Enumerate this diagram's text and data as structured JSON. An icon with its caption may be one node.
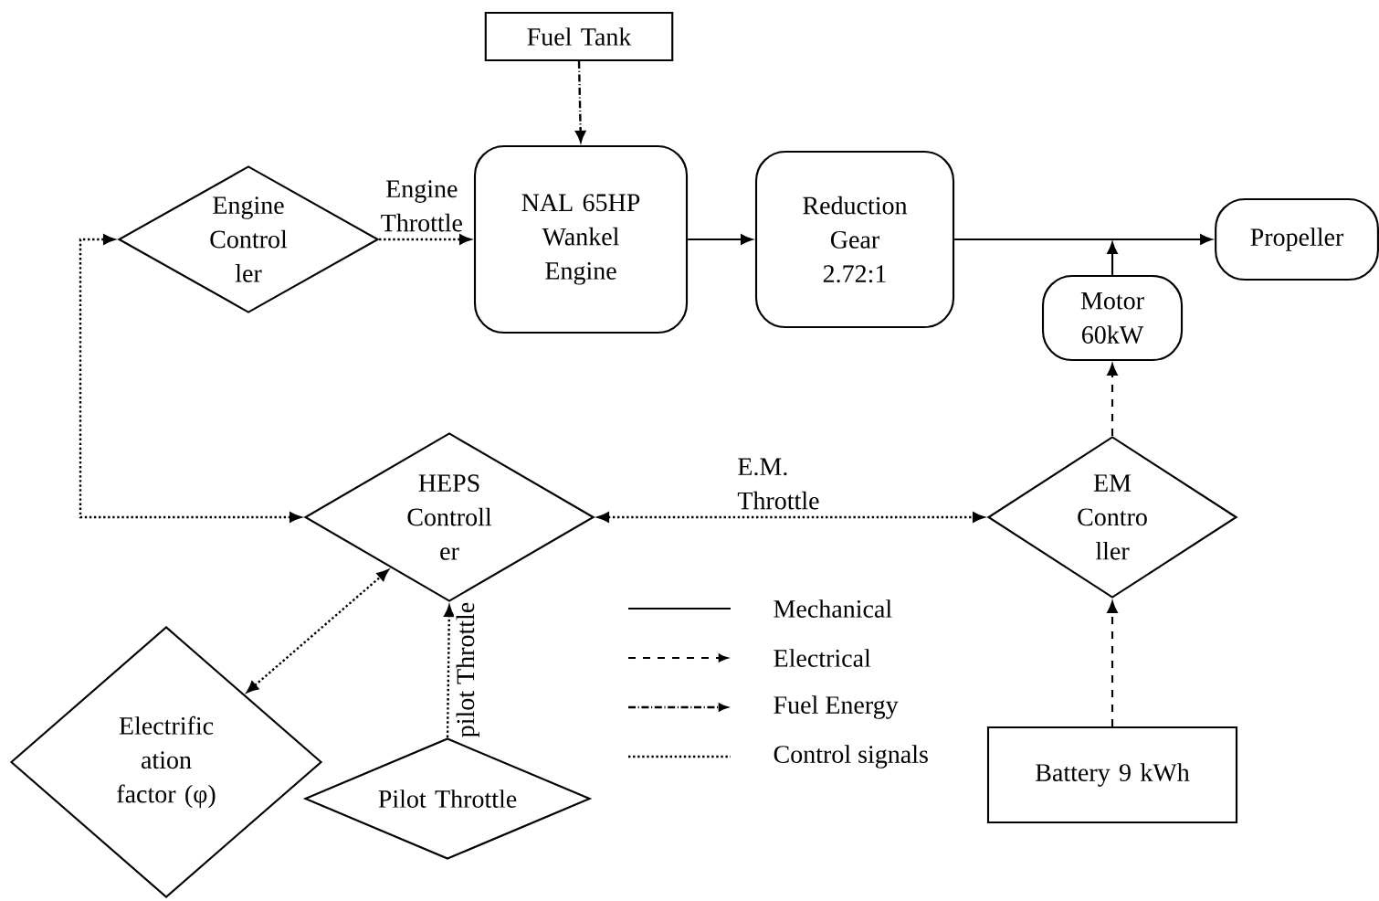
{
  "diagram": {
    "nodes": [
      {
        "text": [
          "Fuel Tank"
        ]
      },
      {
        "text": [
          "Engine Control ler"
        ]
      },
      {
        "text": [
          "NAL 65HP Wankel Engine"
        ]
      },
      {
        "text": [
          "Reduction Gear 2.72:1"
        ]
      },
      {
        "text": [
          "Propeller"
        ]
      },
      {
        "text": [
          "Motor 60kW"
        ]
      },
      {
        "text": [
          "HEPS Controll er"
        ]
      },
      {
        "text": [
          "EM Contro ller"
        ]
      },
      {
        "text": [
          "Electrific ation factor (φ)"
        ]
      },
      {
        "text": [
          "Pilot Throttle"
        ]
      },
      {
        "text": [
          "Battery 9 kWh"
        ]
      }
    ],
    "edges": [
      {
        "from": 0,
        "to": 2,
        "arrow": "to",
        "style": "dashed"
      },
      {
        "from": 1,
        "to": 2,
        "arrow": "to",
        "label": "Engine Throttle",
        "style": "dashed"
      },
      {
        "from": 2,
        "to": 3,
        "arrow": "to"
      },
      {
        "from": 3,
        "to": 4,
        "arrow": "to"
      },
      {
        "from": 5,
        "to": null,
        "arrow": "to"
      },
      {
        "from": 6,
        "to": 1,
        "arrow": "both",
        "style": "dashed"
      },
      {
        "from": 6,
        "to": 7,
        "arrow": "both",
        "label": "E.M. Throttle",
        "style": "dashed"
      },
      {
        "from": 8,
        "to": 6,
        "arrow": "both",
        "style": "dashed"
      },
      {
        "from": 9,
        "to": 6,
        "arrow": "to",
        "label": "pilot Throttle",
        "style": "dashed"
      },
      {
        "from": 10,
        "to": 7,
        "arrow": "to",
        "style": "dashed"
      },
      {
        "from": 7,
        "to": 5,
        "arrow": "to",
        "style": "dashed"
      }
    ],
    "legend": [
      {
        "text": "Mechanical"
      },
      {
        "text": "Electrical"
      },
      {
        "text": "Fuel Energy"
      },
      {
        "text": "Control signals"
      }
    ]
  }
}
